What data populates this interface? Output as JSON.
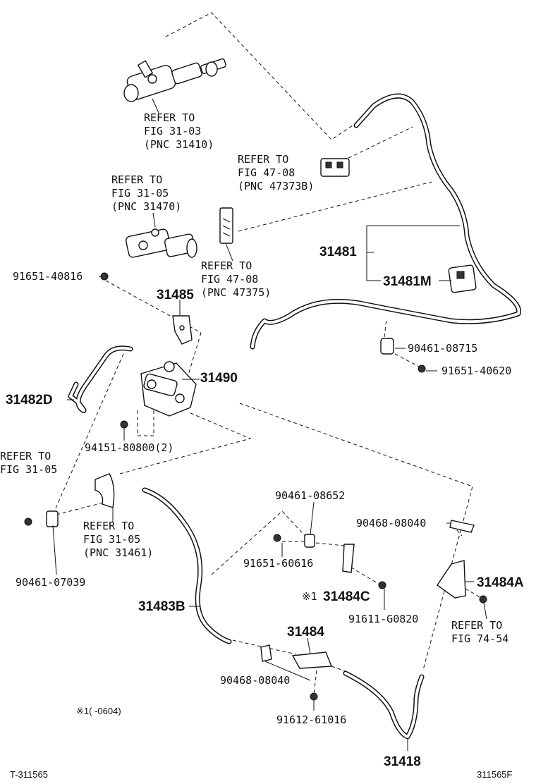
{
  "labels": {
    "ref_31_03": [
      "REFER TO",
      "FIG 31-03",
      "(PNC 31410)"
    ],
    "ref_47_08_a": [
      "REFER TO",
      "FIG 47-08",
      "(PNC 47373B)"
    ],
    "ref_31_05_a": [
      "REFER TO",
      "FIG 31-05",
      "(PNC 31470)"
    ],
    "ref_47_08_b": [
      "REFER TO",
      "FIG 47-08",
      "(PNC 47375)"
    ],
    "ref_31_05_b": [
      "REFER TO",
      "FIG 31-05"
    ],
    "ref_31_05_c": [
      "REFER TO",
      "FIG 31-05",
      "(PNC 31461)"
    ],
    "ref_74_54": [
      "REFER TO",
      "FIG 74-54"
    ],
    "p31481": "31481",
    "p31481M": "31481M",
    "p91651_40816": "91651-40816",
    "p31485": "31485",
    "p31490": "31490",
    "p90461_08715": "90461-08715",
    "p91651_40620": "91651-40620",
    "p31482D": "31482D",
    "p94151_80800": "94151-80800(2)",
    "p90461_08652": "90461-08652",
    "p90468_08040_a": "90468-08040",
    "p91651_60616": "91651-60616",
    "p90461_07039": "90461-07039",
    "p31484C": "31484C",
    "p31484C_mark": "※1",
    "p31484A": "31484A",
    "p91611_G0820": "91611-G0820",
    "p31483B": "31483B",
    "p31484": "31484",
    "p90468_08040_b": "90468-08040",
    "p91612_61016": "91612-61016",
    "p31418": "31418",
    "footnote": "※1(      -0604)",
    "code_left": "T-311565",
    "code_right": "311565F"
  }
}
